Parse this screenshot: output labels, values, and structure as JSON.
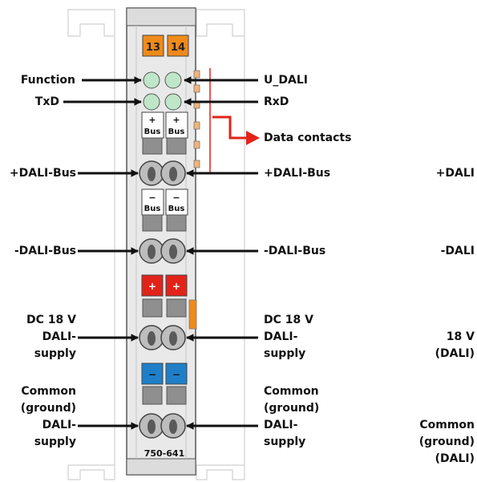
{
  "module": {
    "terminal_numbers": [
      "13",
      "14"
    ],
    "plus_bus": [
      "+",
      "Bus"
    ],
    "minus_bus": [
      "−",
      "Bus"
    ],
    "red_marker": "+",
    "blue_marker": "−",
    "part_number": "750-641"
  },
  "labels_left": {
    "function": "Function",
    "txd": "TxD",
    "plus_dali_bus": "+DALI-Bus",
    "minus_dali_bus": "-DALI-Bus",
    "dc_supply": [
      "DC 18 V",
      "DALI-",
      "supply"
    ],
    "common_supply": [
      "Common",
      "(ground)",
      "DALI-",
      "supply"
    ]
  },
  "labels_right": {
    "u_dali": "U_DALI",
    "rxd": "RxD",
    "data_contacts": "Data contacts",
    "plus_dali_bus": "+DALI-Bus",
    "minus_dali_bus": "-DALI-Bus",
    "dc_supply": [
      "DC 18 V",
      "DALI-",
      "supply"
    ],
    "common_supply": [
      "Common",
      "(ground)",
      "DALI-",
      "supply"
    ]
  },
  "labels_far_right": {
    "plus_dali": "+DALI",
    "minus_dali": "-DALI",
    "dc": [
      "18 V",
      "(DALI)"
    ],
    "common": [
      "Common",
      "(ground)",
      "(DALI)"
    ]
  },
  "colors": {
    "led_green": "#bfe6c8",
    "terminal_orange": "#f08a1a",
    "marker_red": "#e2231a",
    "marker_blue": "#1f7fc8",
    "data_contact_arrow": "#e2231a",
    "module_body": "#e9e9e9"
  }
}
